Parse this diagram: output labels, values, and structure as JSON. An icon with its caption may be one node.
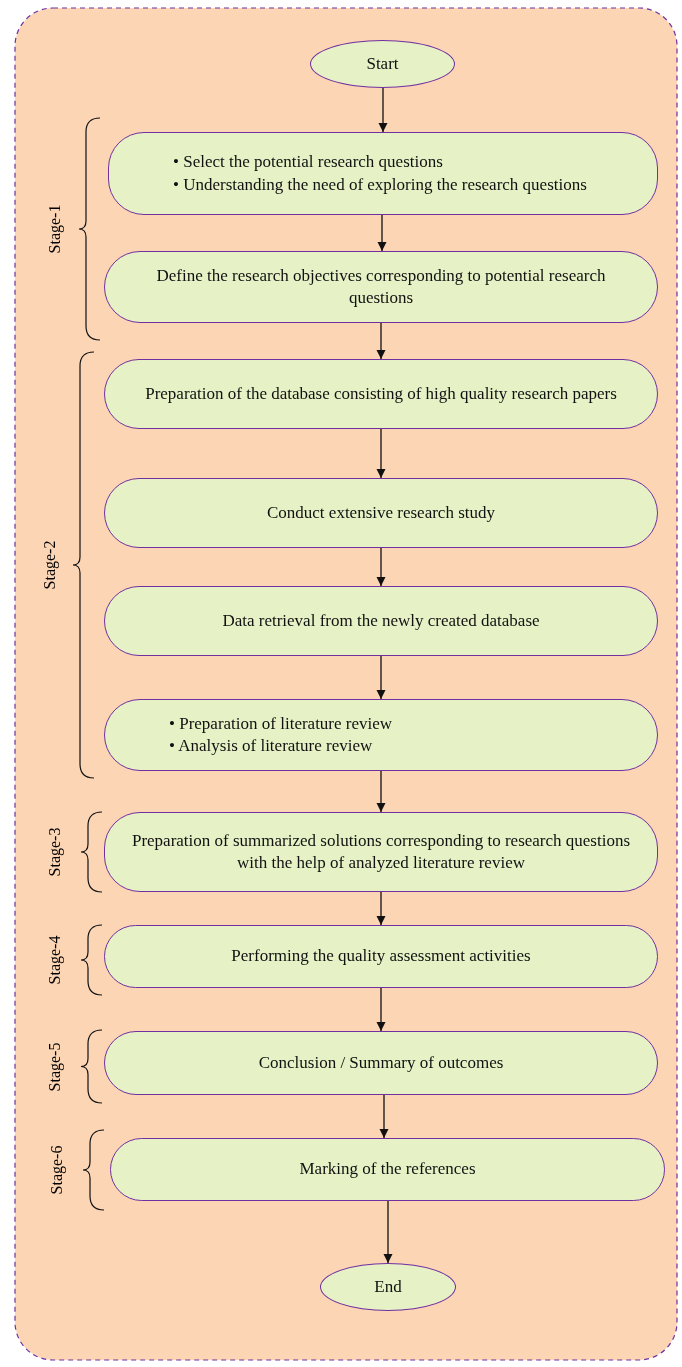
{
  "diagram": {
    "nodes": [
      {
        "text": [
          "Start"
        ]
      },
      {
        "text": [
          "• Select the potential research questions",
          "• Understanding the need of exploring the research questions"
        ]
      },
      {
        "text": [
          "Define the research objectives corresponding to potential research questions"
        ]
      },
      {
        "text": [
          "Preparation of the database consisting of high quality research papers"
        ]
      },
      {
        "text": [
          "Conduct extensive research study"
        ]
      },
      {
        "text": [
          "Data retrieval from the newly created database"
        ]
      },
      {
        "text": [
          "• Preparation of literature review",
          "• Analysis of literature review"
        ]
      },
      {
        "text": [
          "Preparation of summarized solutions corresponding to research questions with the help of analyzed literature review"
        ]
      },
      {
        "text": [
          "Performing the quality assessment activities"
        ]
      },
      {
        "text": [
          "Conclusion / Summary of outcomes"
        ]
      },
      {
        "text": [
          "Marking of the references"
        ]
      },
      {
        "text": [
          "End"
        ]
      }
    ],
    "edges": [
      {
        "from": 0,
        "to": 1,
        "arrow": "to"
      },
      {
        "from": 1,
        "to": 2,
        "arrow": "to"
      },
      {
        "from": 2,
        "to": 3,
        "arrow": "to"
      },
      {
        "from": 3,
        "to": 4,
        "arrow": "to"
      },
      {
        "from": 4,
        "to": 5,
        "arrow": "to"
      },
      {
        "from": 5,
        "to": 6,
        "arrow": "to"
      },
      {
        "from": 6,
        "to": 7,
        "arrow": "to"
      },
      {
        "from": 7,
        "to": 8,
        "arrow": "to"
      },
      {
        "from": 8,
        "to": 9,
        "arrow": "to"
      },
      {
        "from": 9,
        "to": 10,
        "arrow": "to"
      },
      {
        "from": 10,
        "to": 11,
        "arrow": "to"
      }
    ],
    "labels": [
      "Stage-1",
      "Stage-2",
      "Stage-3",
      "Stage-4",
      "Stage-5",
      "Stage-6"
    ]
  }
}
